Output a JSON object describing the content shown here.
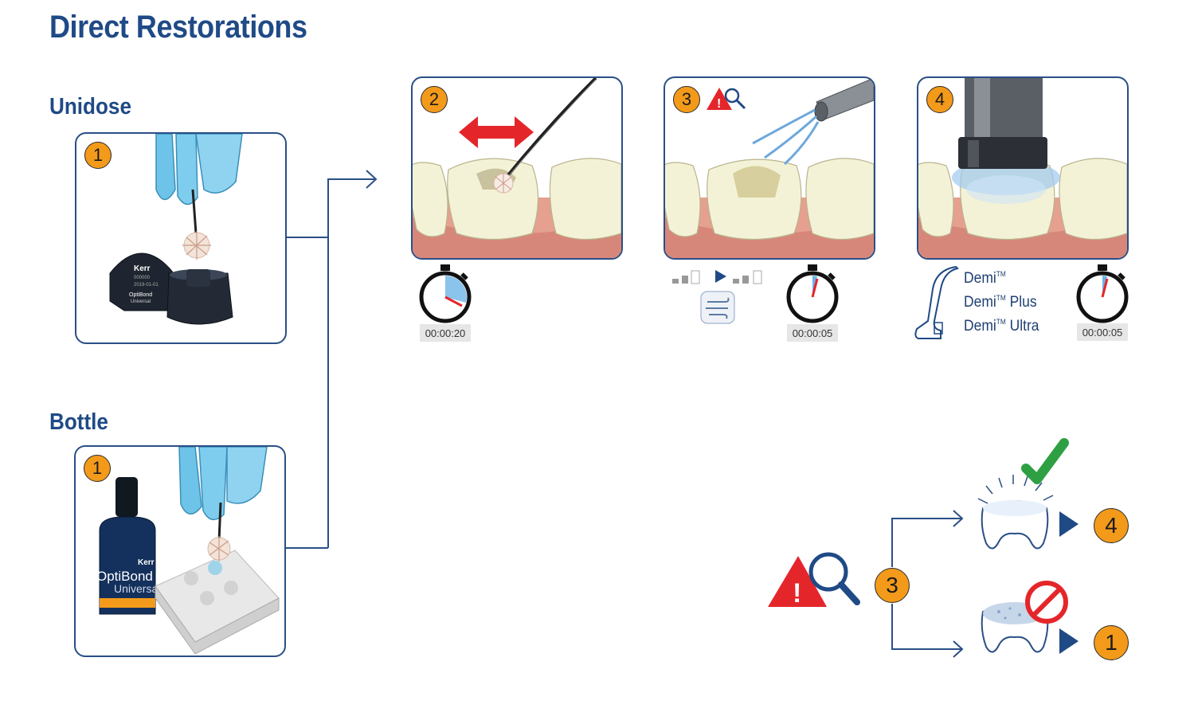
{
  "title": "Direct Restorations",
  "sections": {
    "unidose": "Unidose",
    "bottle": "Bottle"
  },
  "unidose_pack": {
    "brand": "Kerr",
    "lot": "000000",
    "date": "2019-01-01",
    "product": "OptiBond",
    "variant": "Universal"
  },
  "bottle_label": {
    "brand": "Kerr",
    "product": "OptiBond",
    "variant": "Universal"
  },
  "steps": {
    "step1_unidose": "1",
    "step1_bottle": "1",
    "step2": "2",
    "step3": "3",
    "step4": "4"
  },
  "timers": {
    "step2": "00:00:20",
    "step3": "00:00:05",
    "step4": "00:00:05"
  },
  "lamps": {
    "names": [
      "Demi",
      "Demi",
      "Demi"
    ],
    "suffixes": [
      "",
      " Plus",
      " Ultra"
    ],
    "tm": "TM"
  },
  "decision": {
    "check_badge": "3",
    "success_next": "4",
    "failure_next": "1"
  },
  "colors": {
    "accent_orange": "#f39a1b",
    "brand_blue": "#1f4a86",
    "warning_red": "#e4262b",
    "check_green": "#2ea043"
  }
}
